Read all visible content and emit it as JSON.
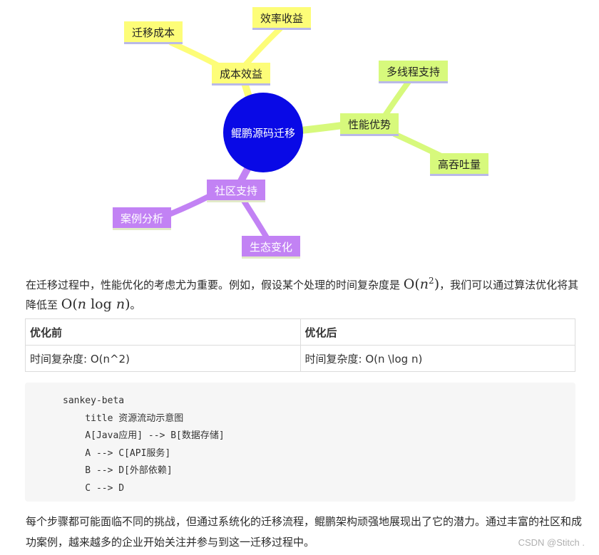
{
  "mindmap": {
    "root": "鲲鹏源码迁移",
    "branches": [
      {
        "label": "成本效益",
        "children": [
          "迁移成本",
          "效率收益"
        ],
        "color": "#fdfd78"
      },
      {
        "label": "性能优势",
        "children": [
          "多线程支持",
          "高吞吐量"
        ],
        "color": "#d7f97c"
      },
      {
        "label": "社区支持",
        "children": [
          "案例分析",
          "生态变化"
        ],
        "color": "#c282f4"
      }
    ],
    "root_color": "#0909e6"
  },
  "paragraph1": {
    "text_a": "在迁移过程中，性能优化的考虑尤为重要。例如，假设某个处理的时间复杂度是",
    "math_a_open": "O(",
    "math_a_var": "n",
    "math_a_exp": "2",
    "math_a_close": ")",
    "text_b": "，我们可以通过算法优化将其降低至",
    "math_b_open": "O(",
    "math_b_var": "n",
    "math_b_log": "log",
    "math_b_var2": "n",
    "math_b_close": ")",
    "text_c": "。"
  },
  "table": {
    "headers": [
      "优化前",
      "优化后"
    ],
    "rows": [
      [
        "时间复杂度: O(n^2)",
        "时间复杂度: O(n \\log n)"
      ]
    ]
  },
  "code_block": {
    "lines": [
      "sankey-beta",
      "    title 资源流动示意图",
      "    A[Java应用] --> B[数据存储]",
      "    A --> C[API服务]",
      "    B --> D[外部依赖]",
      "    C --> D"
    ]
  },
  "paragraph2": "每个步骤都可能面临不同的挑战，但通过系统化的迁移流程，鲲鹏架构顽强地展现出了它的潜力。通过丰富的社区和成功案例，越来越多的企业开始关注并参与到这一迁移过程中。",
  "watermark": "CSDN @Stitch ."
}
